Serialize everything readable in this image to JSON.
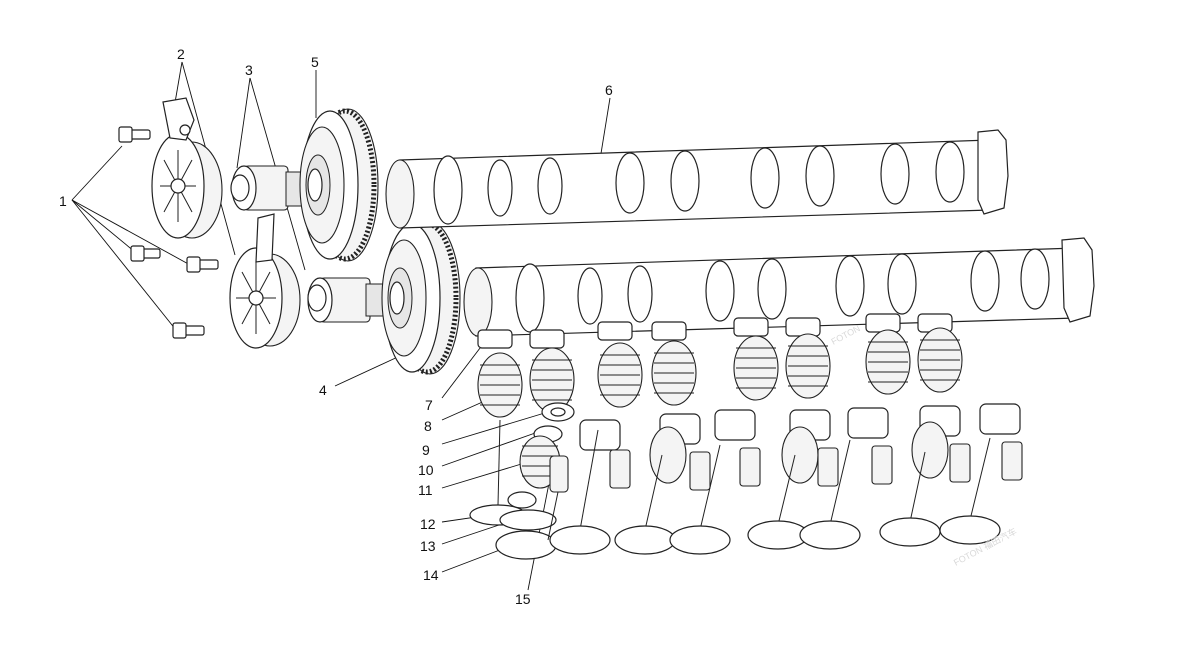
{
  "callouts": {
    "c1": "1",
    "c2": "2",
    "c3": "3",
    "c4": "4",
    "c5": "5",
    "c6": "6",
    "c7": "7",
    "c8": "8",
    "c9": "9",
    "c10": "10",
    "c11": "11",
    "c12": "12",
    "c13": "13",
    "c14": "14",
    "c15": "15"
  },
  "watermarks": {
    "wm1": "FOTON",
    "wm2": "FOTON 福田汽车"
  }
}
